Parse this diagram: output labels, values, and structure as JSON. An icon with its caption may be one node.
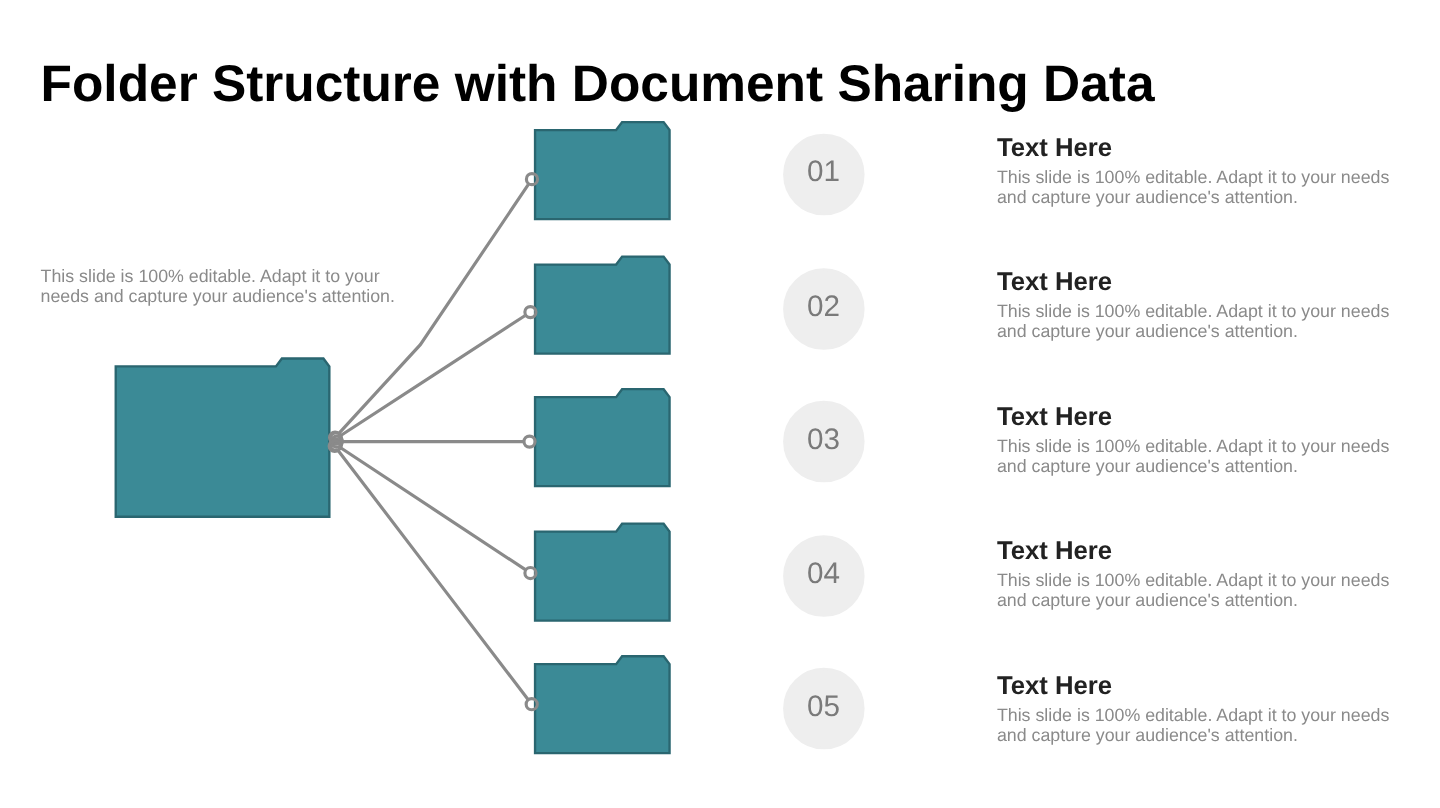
{
  "diagram": {
    "title": "Folder Structure with Document Sharing Data",
    "nodes": [
      {
        "text": [],
        "shape": "folder"
      },
      {
        "text": [],
        "shape": "folder"
      },
      {
        "text": [],
        "shape": "folder"
      },
      {
        "text": [],
        "shape": "folder"
      },
      {
        "text": [],
        "shape": "folder"
      },
      {
        "text": [],
        "shape": "folder"
      },
      {
        "text": [
          "01"
        ],
        "beside": [
          "Text Here",
          "This slide is 100% editable. Adapt it to your needs and capture your audience's attention."
        ]
      },
      {
        "text": [
          "02"
        ],
        "beside": [
          "Text Here",
          "This slide is 100% editable. Adapt it to your needs and capture your audience's attention."
        ]
      },
      {
        "text": [
          "03"
        ],
        "beside": [
          "Text Here",
          "This slide is 100% editable. Adapt it to your needs and capture your audience's attention."
        ]
      },
      {
        "text": [
          "04"
        ],
        "beside": [
          "Text Here",
          "This slide is 100% editable. Adapt it to your needs and capture your audience's attention."
        ]
      },
      {
        "text": [
          "05"
        ],
        "beside": [
          "Text Here",
          "This slide is 100% editable. Adapt it to your needs and capture your audience's attention."
        ]
      }
    ],
    "edges": [
      {
        "from": 0,
        "to": 1,
        "arrow": "other"
      },
      {
        "from": 0,
        "to": 2,
        "arrow": "other"
      },
      {
        "from": 0,
        "to": 3,
        "arrow": "other"
      },
      {
        "from": 0,
        "to": 4,
        "arrow": "other"
      },
      {
        "from": 0,
        "to": 5,
        "arrow": "other"
      }
    ],
    "labels": [
      "This slide is 100% editable. Adapt it to your needs and capture your audience's attention."
    ]
  }
}
